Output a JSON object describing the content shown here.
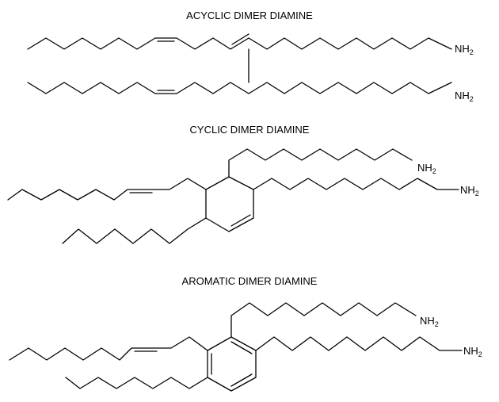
{
  "structures": [
    {
      "title": "ACYCLIC DIMER DIAMINE",
      "end_groups": [
        {
          "element": "NH",
          "subscript": "2"
        },
        {
          "element": "NH",
          "subscript": "2"
        }
      ]
    },
    {
      "title": "CYCLIC DIMER DIAMINE",
      "end_groups": [
        {
          "element": "NH",
          "subscript": "2"
        },
        {
          "element": "NH",
          "subscript": "2"
        }
      ]
    },
    {
      "title": "AROMATIC DIMER DIAMINE",
      "end_groups": [
        {
          "element": "NH",
          "subscript": "2"
        },
        {
          "element": "NH",
          "subscript": "2"
        }
      ]
    }
  ]
}
